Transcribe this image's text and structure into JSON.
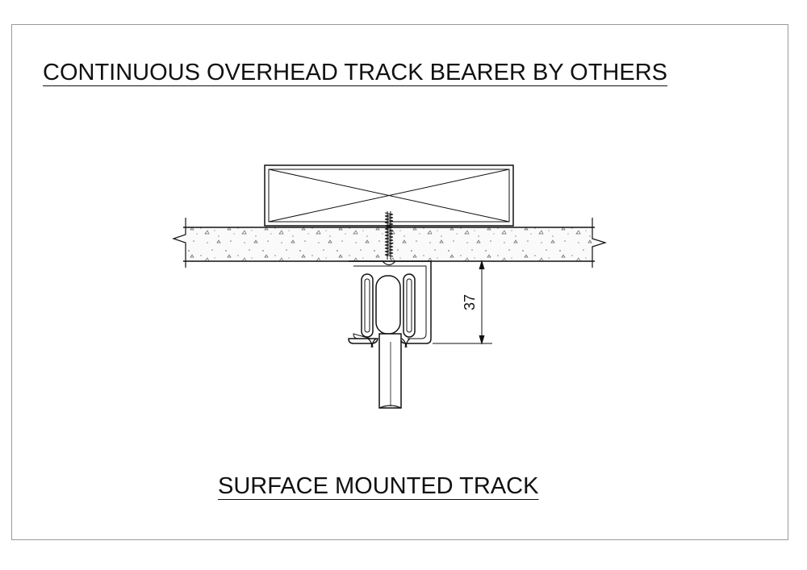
{
  "drawing": {
    "header_label": "CONTINUOUS OVERHEAD TRACK BEARER BY OTHERS",
    "footer_label": "SURFACE MOUNTED TRACK",
    "dimension_value": "37"
  },
  "colors": {
    "line": "#111111",
    "frame": "#9a9a9a",
    "background": "#ffffff"
  }
}
